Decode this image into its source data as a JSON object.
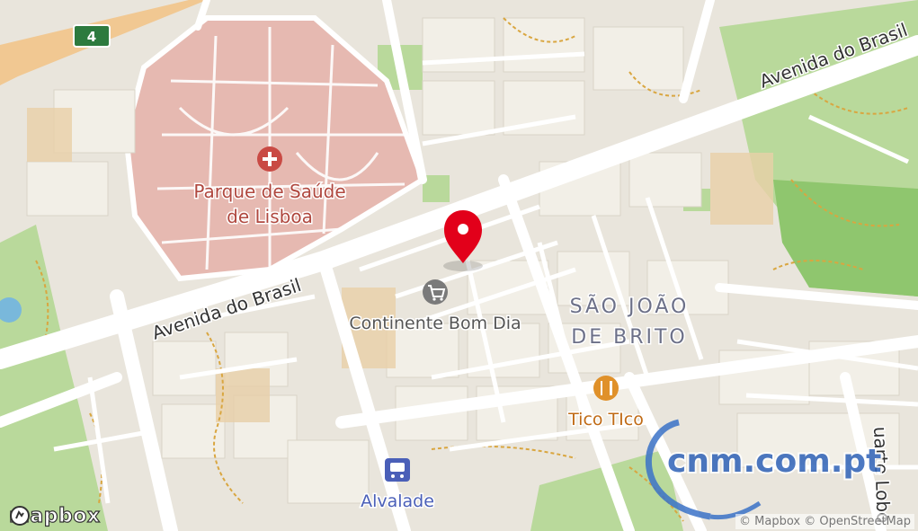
{
  "map": {
    "colors": {
      "land": "#e9e5dc",
      "road": "#ffffff",
      "park": "#a9d18e",
      "hospital": "#e8b6ae",
      "path": "#d8a33a",
      "marker": "#e2001a"
    },
    "labels": {
      "highway_shield": "4",
      "hospital_name_1": "Parque de Saúde",
      "hospital_name_2": "de Lisboa",
      "street_main_left": "Avenida do Brasil",
      "street_main_right": "Avenida do Brasil",
      "store": "Continente Bom Dia",
      "district_1": "SÃO JOÃO",
      "district_2": "DE BRITO",
      "restaurant": "Tico TIco",
      "metro": "Alvalade",
      "street_vertical": "uarte Lobo"
    },
    "icons": {
      "hospital": "hospital-cross-icon",
      "store": "shopping-cart-icon",
      "restaurant": "fork-knife-icon",
      "metro": "metro-train-icon",
      "marker": "location-pin-icon"
    },
    "watermark": {
      "text": "cnm.com.pt"
    },
    "branding": {
      "logo": "mapbox",
      "attribution": "© Mapbox © OpenStreetMap"
    }
  }
}
